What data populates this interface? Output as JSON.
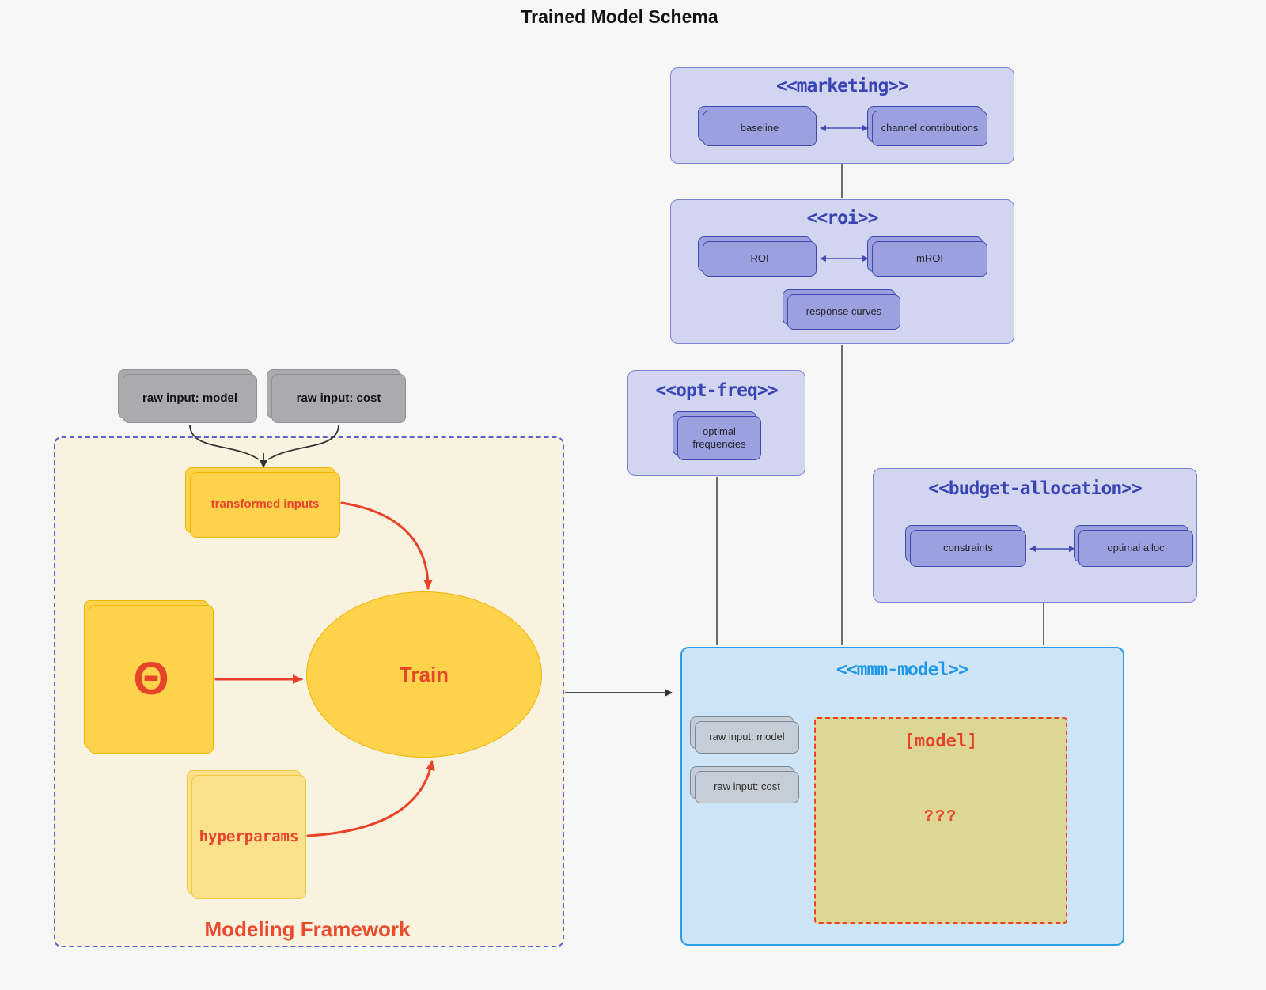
{
  "page_title": "Trained Model Schema",
  "framework": {
    "label": "Modeling Framework",
    "raw_input_model": "raw input: model",
    "raw_input_cost": "raw input: cost",
    "transformed_inputs": "transformed inputs",
    "theta": "Θ",
    "train": "Train",
    "hyperparams": "hyperparams"
  },
  "marketing": {
    "title": "<<marketing>>",
    "baseline": "baseline",
    "channel_contributions": "channel contributions"
  },
  "roi": {
    "title": "<<roi>>",
    "roi": "ROI",
    "mroi": "mROI",
    "response_curves": "response curves"
  },
  "opt_freq": {
    "title": "<<opt-freq>>",
    "optimal_frequencies": "optimal frequencies"
  },
  "budget_allocation": {
    "title": "<<budget-allocation>>",
    "constraints": "constraints",
    "optimal_alloc": "optimal alloc"
  },
  "mmm_model": {
    "title": "<<mmm-model>>",
    "raw_input_model": "raw input: model",
    "raw_input_cost": "raw input: cost",
    "model_placeholder": "[model]",
    "unknown": "???"
  },
  "colors": {
    "accent_red": "#ea4228",
    "indigo_title": "#3a45b5",
    "mmm_blue": "#1e96e8",
    "yellow_fill": "#fcd34b",
    "lavender_fill": "#d2d5f0",
    "purple_box_fill": "#9aa1de"
  }
}
